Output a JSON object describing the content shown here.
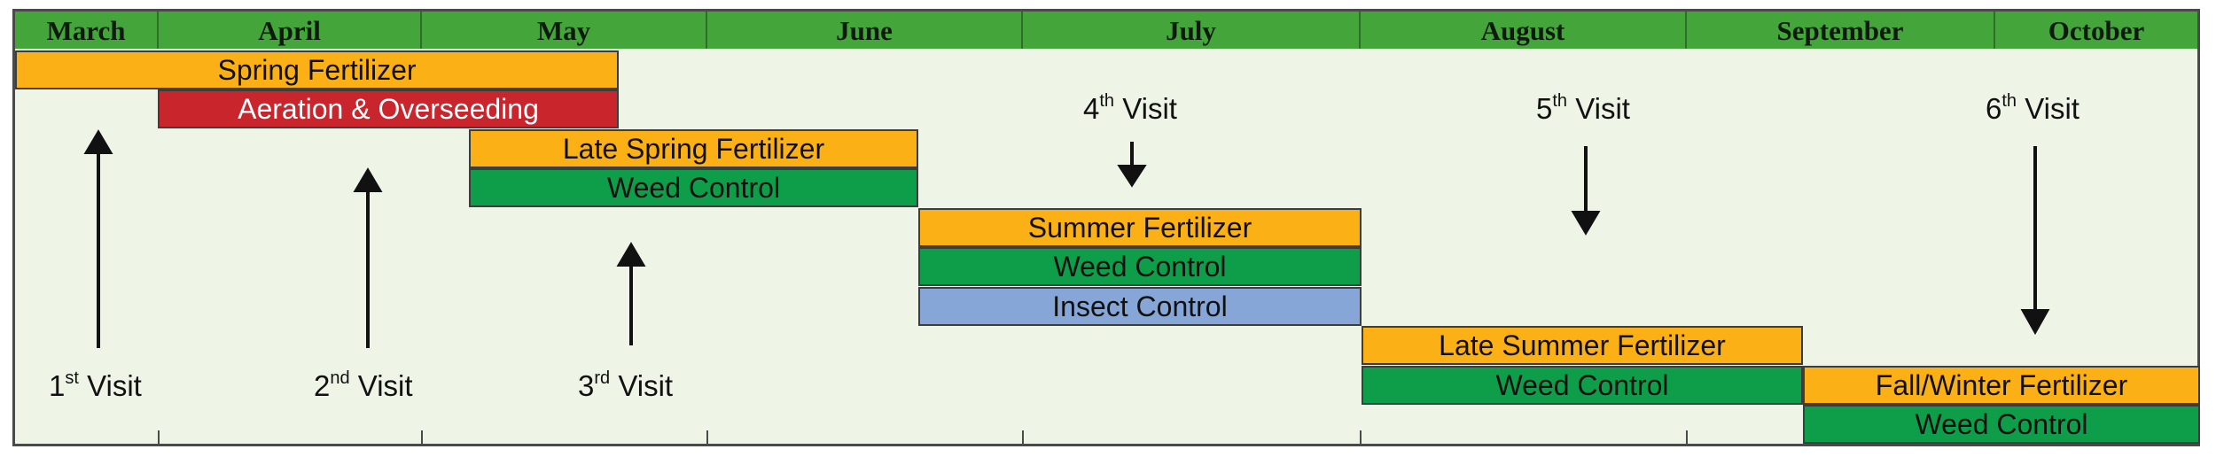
{
  "months": [
    "March",
    "April",
    "May",
    "June",
    "July",
    "August",
    "September",
    "October"
  ],
  "colors": {
    "header_green": "#44a63a",
    "background": "#eef4e6",
    "fertilizer_orange": "#fbb116",
    "aeration_red": "#c8252c",
    "weed_green": "#0e9e4a",
    "insect_blue": "#85a6d6",
    "outline": "#3d3d3d"
  },
  "tasks": [
    {
      "label": "Spring Fertilizer",
      "category": "fertilizer",
      "start_month": "March",
      "end_month": "May"
    },
    {
      "label": "Aeration & Overseeding",
      "category": "aeration",
      "start_month": "April",
      "end_month": "May"
    },
    {
      "label": "Late Spring Fertilizer",
      "category": "fertilizer",
      "start_month": "May",
      "end_month": "June"
    },
    {
      "label": "Weed Control",
      "category": "weed",
      "start_month": "May",
      "end_month": "June"
    },
    {
      "label": "Summer Fertilizer",
      "category": "fertilizer",
      "start_month": "June",
      "end_month": "July"
    },
    {
      "label": "Weed Control",
      "category": "weed",
      "start_month": "June",
      "end_month": "July"
    },
    {
      "label": "Insect Control",
      "category": "insect",
      "start_month": "June",
      "end_month": "July"
    },
    {
      "label": "Late Summer Fertilizer",
      "category": "fertilizer",
      "start_month": "August",
      "end_month": "September"
    },
    {
      "label": "Weed Control",
      "category": "weed",
      "start_month": "August",
      "end_month": "September"
    },
    {
      "label": "Fall/Winter Fertilizer",
      "category": "fertilizer",
      "start_month": "September",
      "end_month": "October"
    },
    {
      "label": "Weed Control",
      "category": "weed",
      "start_month": "September",
      "end_month": "October"
    }
  ],
  "visits": [
    {
      "number": "1",
      "suffix": "st",
      "word": "Visit",
      "direction": "up"
    },
    {
      "number": "2",
      "suffix": "nd",
      "word": "Visit",
      "direction": "up"
    },
    {
      "number": "3",
      "suffix": "rd",
      "word": "Visit",
      "direction": "up"
    },
    {
      "number": "4",
      "suffix": "th",
      "word": "Visit",
      "direction": "down"
    },
    {
      "number": "5",
      "suffix": "th",
      "word": "Visit",
      "direction": "down"
    },
    {
      "number": "6",
      "suffix": "th",
      "word": "Visit",
      "direction": "down"
    }
  ]
}
